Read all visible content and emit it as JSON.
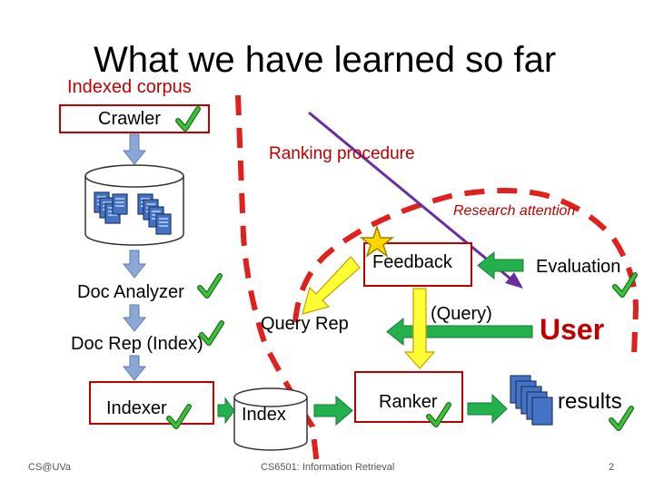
{
  "title": "What we have learned so far",
  "indexed_corpus": "Indexed corpus",
  "nodes": {
    "crawler": "Crawler",
    "doc_analyzer": "Doc Analyzer",
    "doc_rep": "Doc Rep (Index)",
    "indexer": "Indexer",
    "index": "Index",
    "ranker": "Ranker",
    "query_rep": "Query Rep",
    "query": "(Query)",
    "feedback": "Feedback",
    "evaluation": "Evaluation",
    "user": "User",
    "results": "results"
  },
  "annotations": {
    "ranking_procedure": "Ranking procedure",
    "research_attention": "Research attention"
  },
  "footer": {
    "left": "CS@UVa",
    "center": "CS6501: Information Retrieval",
    "page": "2"
  },
  "colors": {
    "dashed_boundary": "#e0201c",
    "box_border": "#c00000",
    "arrow_blue": "#8aa7d8",
    "arrow_green": "#22b14c",
    "arrow_yellow": "#ffff33",
    "arrow_purple": "#6a2da0",
    "check_green": "#2aa02a",
    "doc_blue": "#4472c4",
    "star_yellow": "#ffd700"
  }
}
